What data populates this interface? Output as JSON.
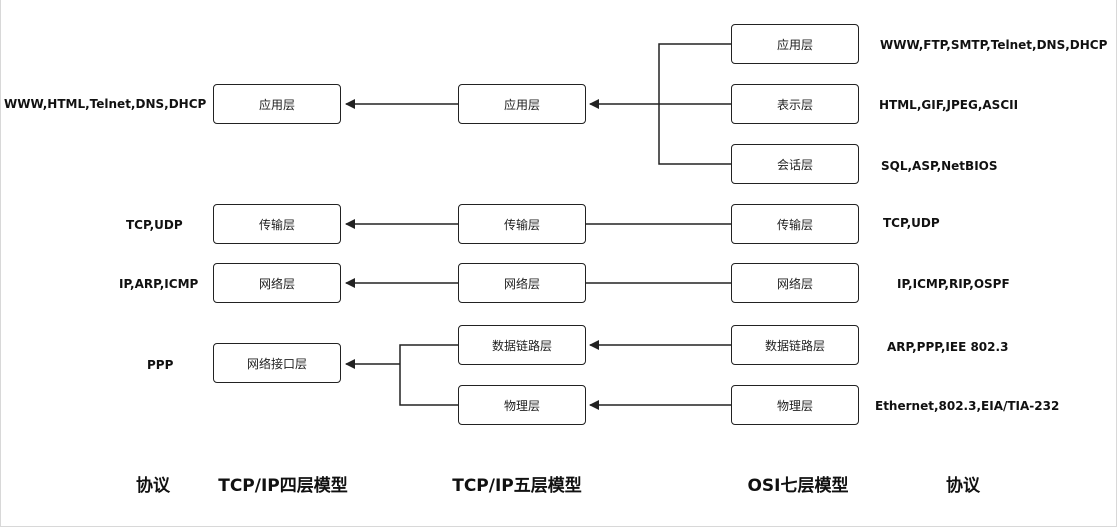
{
  "tcpip4": {
    "application": "应用层",
    "transport": "传输层",
    "network": "网络层",
    "interface": "网络接口层"
  },
  "tcpip5": {
    "application": "应用层",
    "transport": "传输层",
    "network": "网络层",
    "datalink": "数据链路层",
    "physical": "物理层"
  },
  "osi7": {
    "application": "应用层",
    "presentation": "表示层",
    "session": "会话层",
    "transport": "传输层",
    "network": "网络层",
    "datalink": "数据链路层",
    "physical": "物理层"
  },
  "left_protocols": {
    "application": "WWW,HTML,Telnet,DNS,DHCP",
    "transport": "TCP,UDP",
    "network": "IP,ARP,ICMP",
    "interface": "PPP"
  },
  "right_protocols": {
    "application": "WWW,FTP,SMTP,Telnet,DNS,DHCP",
    "presentation": "HTML,GIF,JPEG,ASCII",
    "session": "SQL,ASP,NetBIOS",
    "transport": "TCP,UDP",
    "network": "IP,ICMP,RIP,OSPF",
    "datalink": "ARP,PPP,IEE 802.3",
    "physical": "Ethernet,802.3,EIA/TIA-232"
  },
  "captions": {
    "left_protocol": "协议",
    "tcpip4": "TCP/IP四层模型",
    "tcpip5": "TCP/IP五层模型",
    "osi7": "OSI七层模型",
    "right_protocol": "协议"
  }
}
